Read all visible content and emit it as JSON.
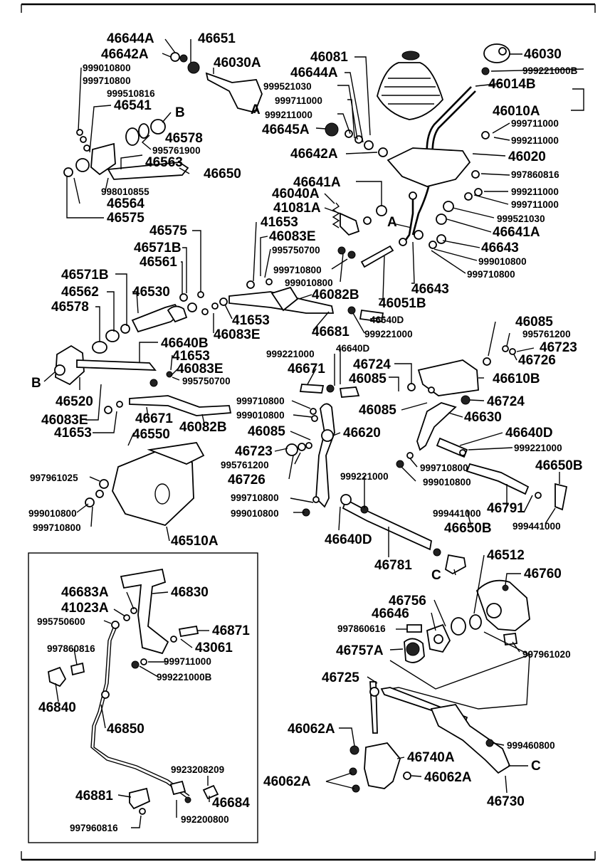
{
  "diagram": {
    "callouts": [
      {
        "id": "c1",
        "text": "46644A"
      },
      {
        "id": "c2",
        "text": "46651"
      },
      {
        "id": "c3",
        "text": "46642A"
      },
      {
        "id": "c4",
        "text": "46030A"
      },
      {
        "id": "c5",
        "text": "999010800"
      },
      {
        "id": "c6",
        "text": "999710800"
      },
      {
        "id": "c7",
        "text": "999510816"
      },
      {
        "id": "c8",
        "text": "46541"
      },
      {
        "id": "c9",
        "text": "B"
      },
      {
        "id": "c10",
        "text": "A"
      },
      {
        "id": "c11",
        "text": "46578"
      },
      {
        "id": "c12",
        "text": "995761900"
      },
      {
        "id": "c13",
        "text": "46563"
      },
      {
        "id": "c14",
        "text": "46650"
      },
      {
        "id": "c15",
        "text": "998010855"
      },
      {
        "id": "c16",
        "text": "46564"
      },
      {
        "id": "c17",
        "text": "46575"
      },
      {
        "id": "c18",
        "text": "46081"
      },
      {
        "id": "c19",
        "text": "46644A"
      },
      {
        "id": "c20",
        "text": "46030"
      },
      {
        "id": "c21",
        "text": "999221000B"
      },
      {
        "id": "c22",
        "text": "46014B"
      },
      {
        "id": "c23",
        "text": "999521030"
      },
      {
        "id": "c24",
        "text": "999711000"
      },
      {
        "id": "c25",
        "text": "999211000"
      },
      {
        "id": "c26",
        "text": "46645A"
      },
      {
        "id": "c27",
        "text": "46010A"
      },
      {
        "id": "c28",
        "text": "999711000"
      },
      {
        "id": "c29",
        "text": "999211000"
      },
      {
        "id": "c30",
        "text": "46642A"
      },
      {
        "id": "c31",
        "text": "46020"
      },
      {
        "id": "c32",
        "text": "997860816"
      },
      {
        "id": "c33",
        "text": "46641A"
      },
      {
        "id": "c34",
        "text": "999211000"
      },
      {
        "id": "c35",
        "text": "999711000"
      },
      {
        "id": "c36",
        "text": "46040A"
      },
      {
        "id": "c37",
        "text": "41081A"
      },
      {
        "id": "c38",
        "text": "999521030"
      },
      {
        "id": "c39",
        "text": "46641A"
      },
      {
        "id": "c40",
        "text": "41653"
      },
      {
        "id": "c41",
        "text": "A"
      },
      {
        "id": "c42",
        "text": "46083E"
      },
      {
        "id": "c43",
        "text": "46643"
      },
      {
        "id": "c44",
        "text": "995750700"
      },
      {
        "id": "c45",
        "text": "999010800"
      },
      {
        "id": "c46",
        "text": "999710800"
      },
      {
        "id": "c47",
        "text": "999710800"
      },
      {
        "id": "c48",
        "text": "999010800"
      },
      {
        "id": "c49",
        "text": "46575"
      },
      {
        "id": "c50",
        "text": "46571B"
      },
      {
        "id": "c51",
        "text": "46561"
      },
      {
        "id": "c52",
        "text": "46571B"
      },
      {
        "id": "c53",
        "text": "46562"
      },
      {
        "id": "c54",
        "text": "46530"
      },
      {
        "id": "c55",
        "text": "46578"
      },
      {
        "id": "c56",
        "text": "46643"
      },
      {
        "id": "c57",
        "text": "46051B"
      },
      {
        "id": "c58",
        "text": "46082B"
      },
      {
        "id": "c59",
        "text": "41653"
      },
      {
        "id": "c60",
        "text": "46640D"
      },
      {
        "id": "c61",
        "text": "46083E"
      },
      {
        "id": "c62",
        "text": "46681"
      },
      {
        "id": "c63",
        "text": "999221000"
      },
      {
        "id": "c64",
        "text": "46085"
      },
      {
        "id": "c65",
        "text": "995761200"
      },
      {
        "id": "c66",
        "text": "46723"
      },
      {
        "id": "c67",
        "text": "46640B"
      },
      {
        "id": "c68",
        "text": "41653"
      },
      {
        "id": "c69",
        "text": "999221000"
      },
      {
        "id": "c70",
        "text": "46640D"
      },
      {
        "id": "c71",
        "text": "46726"
      },
      {
        "id": "c72",
        "text": "46083E"
      },
      {
        "id": "c73",
        "text": "995750700"
      },
      {
        "id": "c74",
        "text": "46671"
      },
      {
        "id": "c75",
        "text": "46724"
      },
      {
        "id": "c76",
        "text": "46610B"
      },
      {
        "id": "c77",
        "text": "B"
      },
      {
        "id": "c78",
        "text": "46520"
      },
      {
        "id": "c79",
        "text": "46085"
      },
      {
        "id": "c80",
        "text": "46083E"
      },
      {
        "id": "c81",
        "text": "999710800"
      },
      {
        "id": "c82",
        "text": "46085"
      },
      {
        "id": "c83",
        "text": "46724"
      },
      {
        "id": "c84",
        "text": "46671"
      },
      {
        "id": "c85",
        "text": "999010800"
      },
      {
        "id": "c86",
        "text": "46630"
      },
      {
        "id": "c87",
        "text": "41653"
      },
      {
        "id": "c88",
        "text": "46082B"
      },
      {
        "id": "c89",
        "text": "46550"
      },
      {
        "id": "c90",
        "text": "46085"
      },
      {
        "id": "c91",
        "text": "46620"
      },
      {
        "id": "c92",
        "text": "46640D"
      },
      {
        "id": "c93",
        "text": "46723"
      },
      {
        "id": "c94",
        "text": "999221000"
      },
      {
        "id": "c95",
        "text": "997961025"
      },
      {
        "id": "c96",
        "text": "995761200"
      },
      {
        "id": "c97",
        "text": "999221000"
      },
      {
        "id": "c98",
        "text": "999710800"
      },
      {
        "id": "c99",
        "text": "46650B"
      },
      {
        "id": "c100",
        "text": "46726"
      },
      {
        "id": "c101",
        "text": "999010800"
      },
      {
        "id": "c102",
        "text": "999010800"
      },
      {
        "id": "c103",
        "text": "999710800"
      },
      {
        "id": "c104",
        "text": "999710800"
      },
      {
        "id": "c105",
        "text": "46791"
      },
      {
        "id": "c106",
        "text": "999441000"
      },
      {
        "id": "c107",
        "text": "999010800"
      },
      {
        "id": "c108",
        "text": "46640D"
      },
      {
        "id": "c109",
        "text": "46650B"
      },
      {
        "id": "c110",
        "text": "999441000"
      },
      {
        "id": "c111",
        "text": "46510A"
      },
      {
        "id": "c112",
        "text": "46781"
      },
      {
        "id": "c113",
        "text": "C"
      },
      {
        "id": "c114",
        "text": "46512"
      },
      {
        "id": "c115",
        "text": "46760"
      },
      {
        "id": "c116",
        "text": "46683A"
      },
      {
        "id": "c117",
        "text": "46830"
      },
      {
        "id": "c118",
        "text": "41023A"
      },
      {
        "id": "c119",
        "text": "995750600"
      },
      {
        "id": "c120",
        "text": "46871"
      },
      {
        "id": "c121",
        "text": "43061"
      },
      {
        "id": "c122",
        "text": "997860816"
      },
      {
        "id": "c123",
        "text": "999711000"
      },
      {
        "id": "c124",
        "text": "999221000B"
      },
      {
        "id": "c125",
        "text": "46840"
      },
      {
        "id": "c126",
        "text": "46756"
      },
      {
        "id": "c127",
        "text": "46646"
      },
      {
        "id": "c128",
        "text": "997860616"
      },
      {
        "id": "c129",
        "text": "46757A"
      },
      {
        "id": "c130",
        "text": "997961020"
      },
      {
        "id": "c131",
        "text": "46725"
      },
      {
        "id": "c132",
        "text": "46850"
      },
      {
        "id": "c133",
        "text": "46062A"
      },
      {
        "id": "c134",
        "text": "999460800"
      },
      {
        "id": "c135",
        "text": "46740A"
      },
      {
        "id": "c136",
        "text": "C"
      },
      {
        "id": "c137",
        "text": "9923208209"
      },
      {
        "id": "c138",
        "text": "46062A"
      },
      {
        "id": "c139",
        "text": "46062A"
      },
      {
        "id": "c140",
        "text": "46881"
      },
      {
        "id": "c141",
        "text": "46684"
      },
      {
        "id": "c142",
        "text": "46730"
      },
      {
        "id": "c143",
        "text": "997960816"
      },
      {
        "id": "c144",
        "text": "992200800"
      }
    ]
  }
}
